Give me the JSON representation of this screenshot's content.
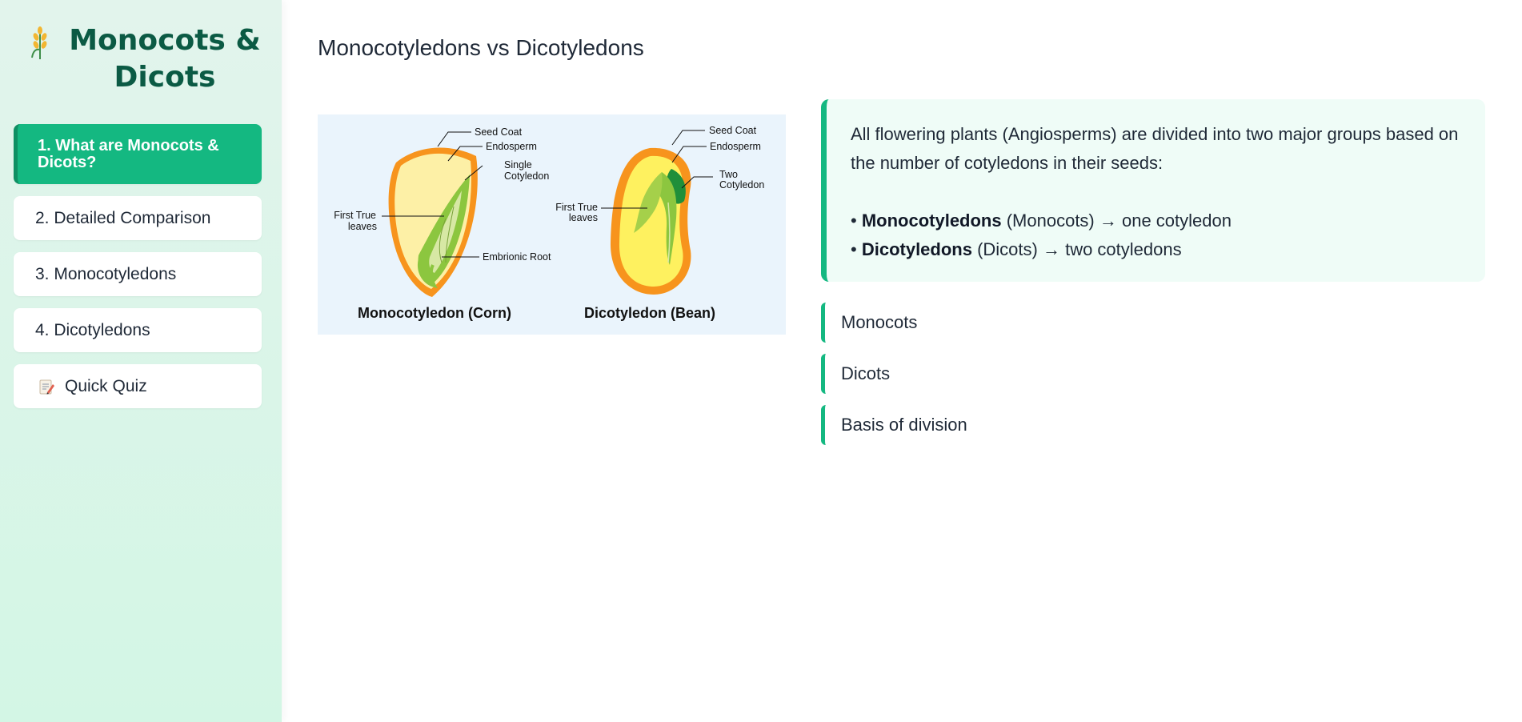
{
  "sidebar": {
    "brand_title": "Monocots & Dicots",
    "brand_icon": "wheat-icon",
    "items": [
      {
        "label": "1. What are Monocots & Dicots?",
        "active": true
      },
      {
        "label": "2. Detailed Comparison"
      },
      {
        "label": "3. Monocotyledons"
      },
      {
        "label": "4. Dicotyledons"
      },
      {
        "label": "Quick Quiz",
        "icon": "memo-icon"
      }
    ]
  },
  "main": {
    "title": "Monocotyledons vs Dicotyledons",
    "figure": {
      "mono": {
        "seed_coat": "Seed Coat",
        "endosperm": "Endosperm",
        "cotyledon_l1": "Single",
        "cotyledon_l2": "Cotyledon",
        "leaves_l1": "First True",
        "leaves_l2": "leaves",
        "root": "Embrionic Root",
        "caption": "Monocotyledon (Corn)"
      },
      "dicot": {
        "seed_coat": "Seed Coat",
        "endosperm": "Endosperm",
        "cotyledon_l1": "Two",
        "cotyledon_l2": "Cotyledon",
        "leaves_l1": "First True",
        "leaves_l2": "leaves",
        "caption": "Dicotyledon (Bean)"
      }
    },
    "intro": "All flowering plants (Angiosperms) are divided into two major groups based on the number of cotyledons in their seeds:",
    "bullets": [
      {
        "prefix": "• ",
        "term": "Monocotyledons",
        "rest": " (Monocots) → one cotyledon"
      },
      {
        "prefix": "• ",
        "term": "Dicotyledons",
        "rest": " (Dicots) → two cotyledons"
      }
    ],
    "accordion": [
      "Monocots",
      "Dicots",
      "Basis of division"
    ]
  },
  "colors": {
    "accent": "#14b881",
    "brand": "#0b5a44",
    "card_bg": "#effcf7"
  }
}
